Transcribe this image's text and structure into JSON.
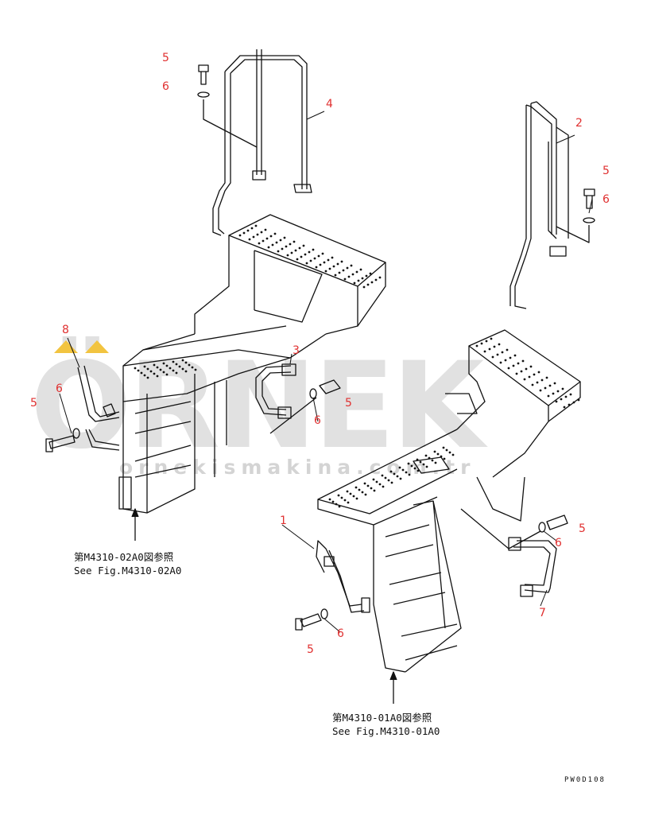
{
  "watermark": {
    "logo_text": "ÖRNEK",
    "url_text": "ornekismakina.com.tr",
    "accent_color": "#f2c440",
    "gray_color": "#c9c9c9"
  },
  "callouts": {
    "c1": "1",
    "c2": "2",
    "c3": "3",
    "c4": "4",
    "c5a": "5",
    "c5b": "5",
    "c5c": "5",
    "c5d": "5",
    "c5e": "5",
    "c6a": "6",
    "c6b": "6",
    "c6c": "6",
    "c6d": "6",
    "c6e": "6",
    "c7": "7",
    "c8": "8"
  },
  "references": {
    "ref_left_jp": "第M4310-02A0図参照",
    "ref_left_en": "See Fig.M4310-02A0",
    "ref_right_jp": "第M4310-01A0図参照",
    "ref_right_en": "See Fig.M4310-01A0"
  },
  "drawing_code": "PW0D108",
  "colors": {
    "callout": "#e03030",
    "line": "#111111"
  }
}
